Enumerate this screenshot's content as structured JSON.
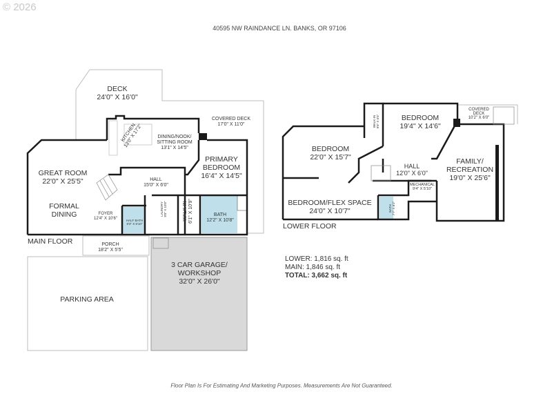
{
  "watermark": "© 2026",
  "address": "40595 NW RAINDANCE LN. BANKS, OR 97106",
  "main_floor": {
    "label": "MAIN FLOOR",
    "rooms": {
      "deck": {
        "name": "DECK",
        "dims": "24'0\" X 16'0\""
      },
      "covered_deck": {
        "name": "COVERED DECK",
        "dims": "17'0\" X 11'0\""
      },
      "kitchen": {
        "name": "KITCHEN",
        "dims": "13'0\" X 17'2\""
      },
      "dining": {
        "name": "DINING/NOOK/",
        "name2": "SITTING ROOM",
        "dims": "13'1\" X 14'5\""
      },
      "primary_bedroom": {
        "name": "PRIMARY",
        "name2": "BEDROOM",
        "dims": "16'4\" X 14'5\""
      },
      "great_room": {
        "name": "GREAT ROOM",
        "dims": "22'0\" X 25'5\""
      },
      "hall": {
        "name": "HALL",
        "dims": "15'0\" X 6'0\""
      },
      "formal_dining": {
        "name": "FORMAL",
        "name2": "DINING"
      },
      "foyer": {
        "name": "FOYER",
        "dims": "12'4\" X 10'6\""
      },
      "half_bath": {
        "name": "HALF BATH",
        "dims": "8'3\" X 6'10\""
      },
      "laundry": {
        "name": "LAUNDRY",
        "dims": "8'6\" X 10'8\""
      },
      "walk_in": {
        "name": "WALK-IN",
        "dims": "6'1\" X 10'9\""
      },
      "bath": {
        "name": "BATH",
        "dims": "12'2\" X 10'8\""
      },
      "porch": {
        "name": "PORCH",
        "dims": "18'2\" X 5'5\""
      },
      "parking": {
        "name": "PARKING AREA"
      },
      "garage": {
        "name": "3 CAR GARAGE/",
        "name2": "WORKSHOP",
        "dims": "32'0\" X 26'0\""
      }
    }
  },
  "lower_floor": {
    "label": "LOWER FLOOR",
    "rooms": {
      "walk_in": {
        "name": "WALK-IN",
        "dims": "9'6\" X 5'5\""
      },
      "bedroom_a": {
        "name": "BEDROOM",
        "dims": "19'4\" X 14'6\""
      },
      "covered_deck": {
        "name": "COVERED",
        "name2": "DECK",
        "dims": "10'2\" X 6'0\""
      },
      "bedroom_b": {
        "name": "BEDROOM",
        "dims": "22'0\" X 15'7\""
      },
      "hall": {
        "name": "HALL",
        "dims": "12'0\" X 6'0\""
      },
      "family": {
        "name": "FAMILY/",
        "name2": "RECREATION",
        "dims": "19'0\" X 25'6\""
      },
      "mechanical": {
        "name": "MECHANICAL",
        "dims": "9'4\" X 5'10\""
      },
      "flex": {
        "name": "BEDROOM/FLEX SPACE",
        "dims": "24'0\" X 10'7\""
      },
      "bath": {
        "name": "BATH",
        "dims": "7'7\" X 6'2\""
      }
    }
  },
  "area": {
    "lower": "LOWER: 1,816 sq. ft",
    "main": "MAIN: 1,846 sq. ft",
    "total": "TOTAL: 3,662 sq. ft"
  },
  "disclaimer": "Floor Plan Is For Estimating And Marketing Purposes. Measurements Are Not Guaranteed.",
  "colors": {
    "wall": "#1a1a1a",
    "bath_fill": "#bfe0ea",
    "garage_fill": "#d9d9d9",
    "outline": "#bdbdbd"
  }
}
